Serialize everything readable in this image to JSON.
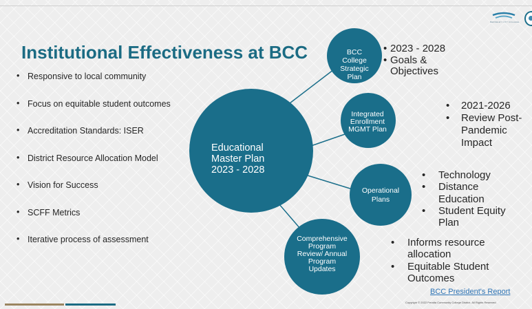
{
  "slide": {
    "title": "Institutional Effectiveness at BCC",
    "logo_text": "BERKELEY CITY COLLEGE",
    "left_bullets": [
      "Responsive to local community",
      "Focus on equitable student outcomes",
      "Accreditation Standards: ISER",
      "District Resource Allocation Model",
      "Vision for Success",
      "SCFF Metrics",
      "Iterative process of assessment"
    ],
    "diagram": {
      "center": {
        "lines": [
          "Educational",
          "Master Plan",
          "2023 - 2028"
        ]
      },
      "nodes": [
        {
          "lines": [
            "BCC",
            "College",
            "Strategic",
            "Plan"
          ],
          "details": [
            "2023 - 2028",
            "Goals & Objectives"
          ]
        },
        {
          "lines": [
            "Integrated",
            "Enrollment",
            "MGMT Plan"
          ],
          "details": [
            "2021-2026",
            "Review Post-Pandemic Impact"
          ]
        },
        {
          "lines": [
            "Operational",
            "Plans"
          ],
          "details": [
            "Technology",
            "Distance Education",
            "Student Equity Plan"
          ]
        },
        {
          "lines": [
            "Comprehensive",
            "Program",
            "Review/ Annual",
            "Program",
            "Updates"
          ],
          "details": [
            "Informs resource allocation",
            "Equitable Student Outcomes"
          ]
        }
      ]
    },
    "link_text": "BCC President's Report",
    "copyright": "Copyright © 2022 Peralta Community College District. All Rights Reserved.",
    "colors": {
      "teal": "#1b6b83",
      "circle": "#1a6e8a",
      "gold": "#9a8560",
      "link": "#2e74b5"
    }
  }
}
